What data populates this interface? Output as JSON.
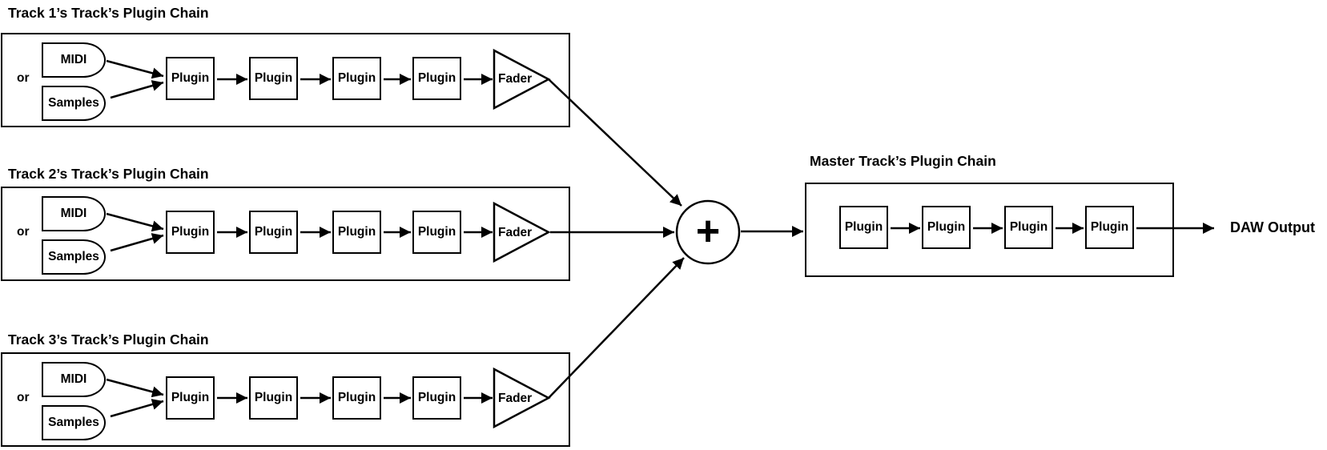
{
  "colors": {
    "ink": "#000000",
    "background": "#ffffff"
  },
  "labels": {
    "or": "or",
    "sum_symbol": "+"
  },
  "tracks": [
    {
      "title": "Track 1’s Track’s Plugin Chain",
      "inputs": [
        "MIDI",
        "Samples"
      ],
      "plugins": [
        "Plugin",
        "Plugin",
        "Plugin",
        "Plugin"
      ],
      "output_stage": "Fader"
    },
    {
      "title": "Track 2’s Track’s Plugin Chain",
      "inputs": [
        "MIDI",
        "Samples"
      ],
      "plugins": [
        "Plugin",
        "Plugin",
        "Plugin",
        "Plugin"
      ],
      "output_stage": "Fader"
    },
    {
      "title": "Track 3’s Track’s Plugin Chain",
      "inputs": [
        "MIDI",
        "Samples"
      ],
      "plugins": [
        "Plugin",
        "Plugin",
        "Plugin",
        "Plugin"
      ],
      "output_stage": "Fader"
    }
  ],
  "master": {
    "title": "Master Track’s Plugin Chain",
    "plugins": [
      "Plugin",
      "Plugin",
      "Plugin",
      "Plugin"
    ]
  },
  "output": {
    "label": "DAW Output"
  }
}
